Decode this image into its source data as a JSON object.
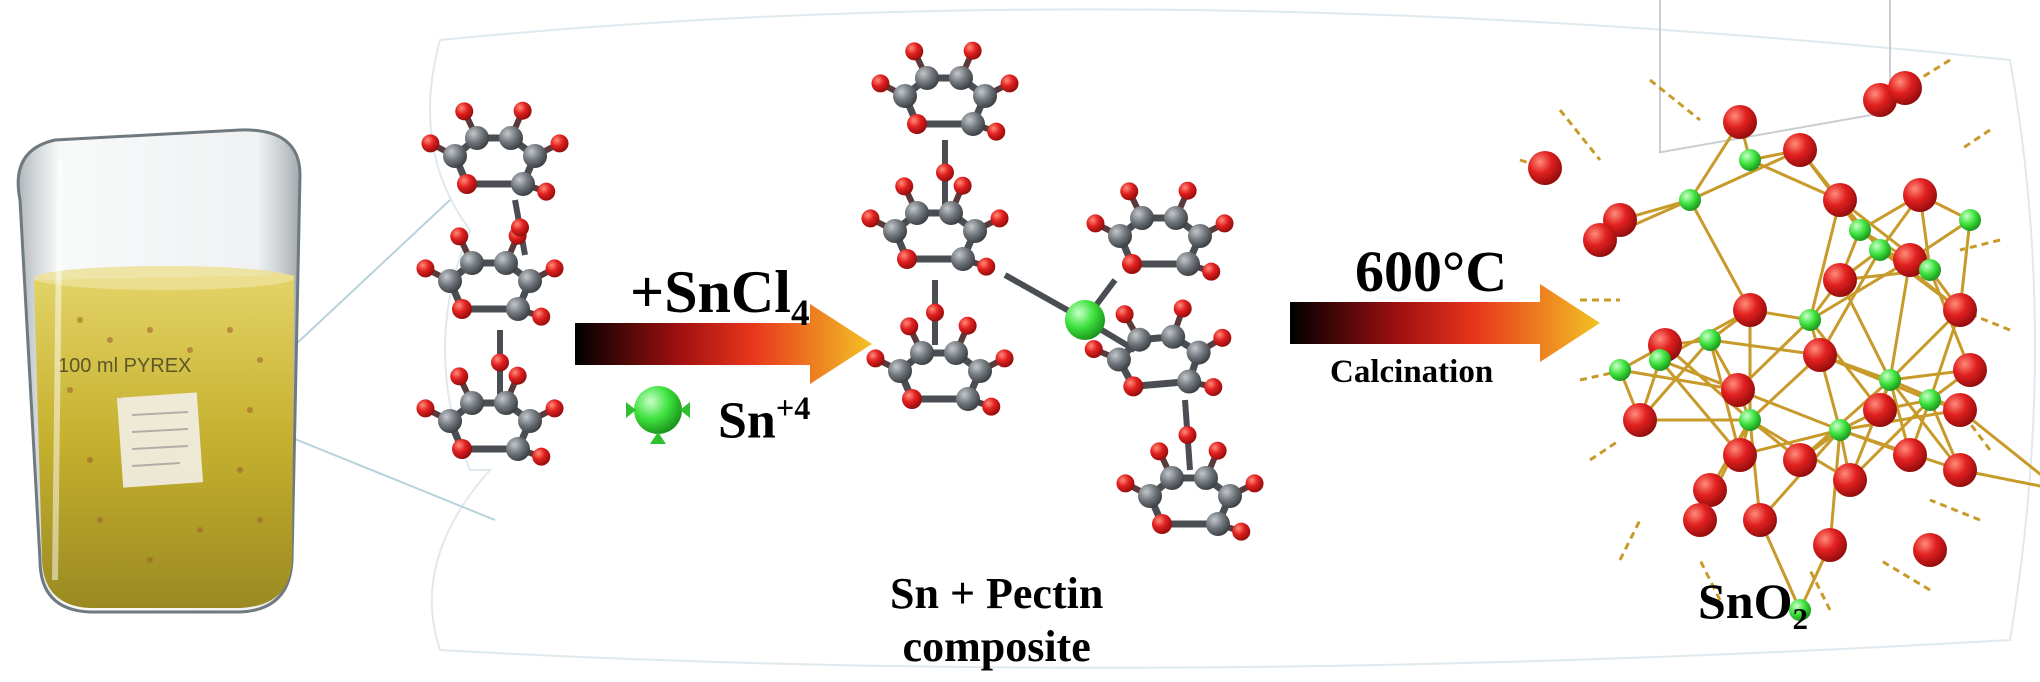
{
  "diagram": {
    "step1": {
      "reagent_prefix": "+SnCl",
      "reagent_subscript": "4",
      "ion_base": "Sn",
      "ion_charge": "+4"
    },
    "step2": {
      "condition": "600°C",
      "process": "Calcination"
    },
    "intermediate": {
      "line1": "Sn + Pectin",
      "line2": "composite"
    },
    "product": {
      "formula_base": "SnO",
      "formula_subscript": "2"
    },
    "beaker_marking": "100 ml PYREX"
  },
  "colors": {
    "carbon": "#707478",
    "oxygen": "#dd1b1b",
    "tin": "#3ee23e",
    "bond_gold": "#c79a2a",
    "arrow_start": "#000000",
    "arrow_end": "#f3c324",
    "liquid": "#c9b533"
  }
}
